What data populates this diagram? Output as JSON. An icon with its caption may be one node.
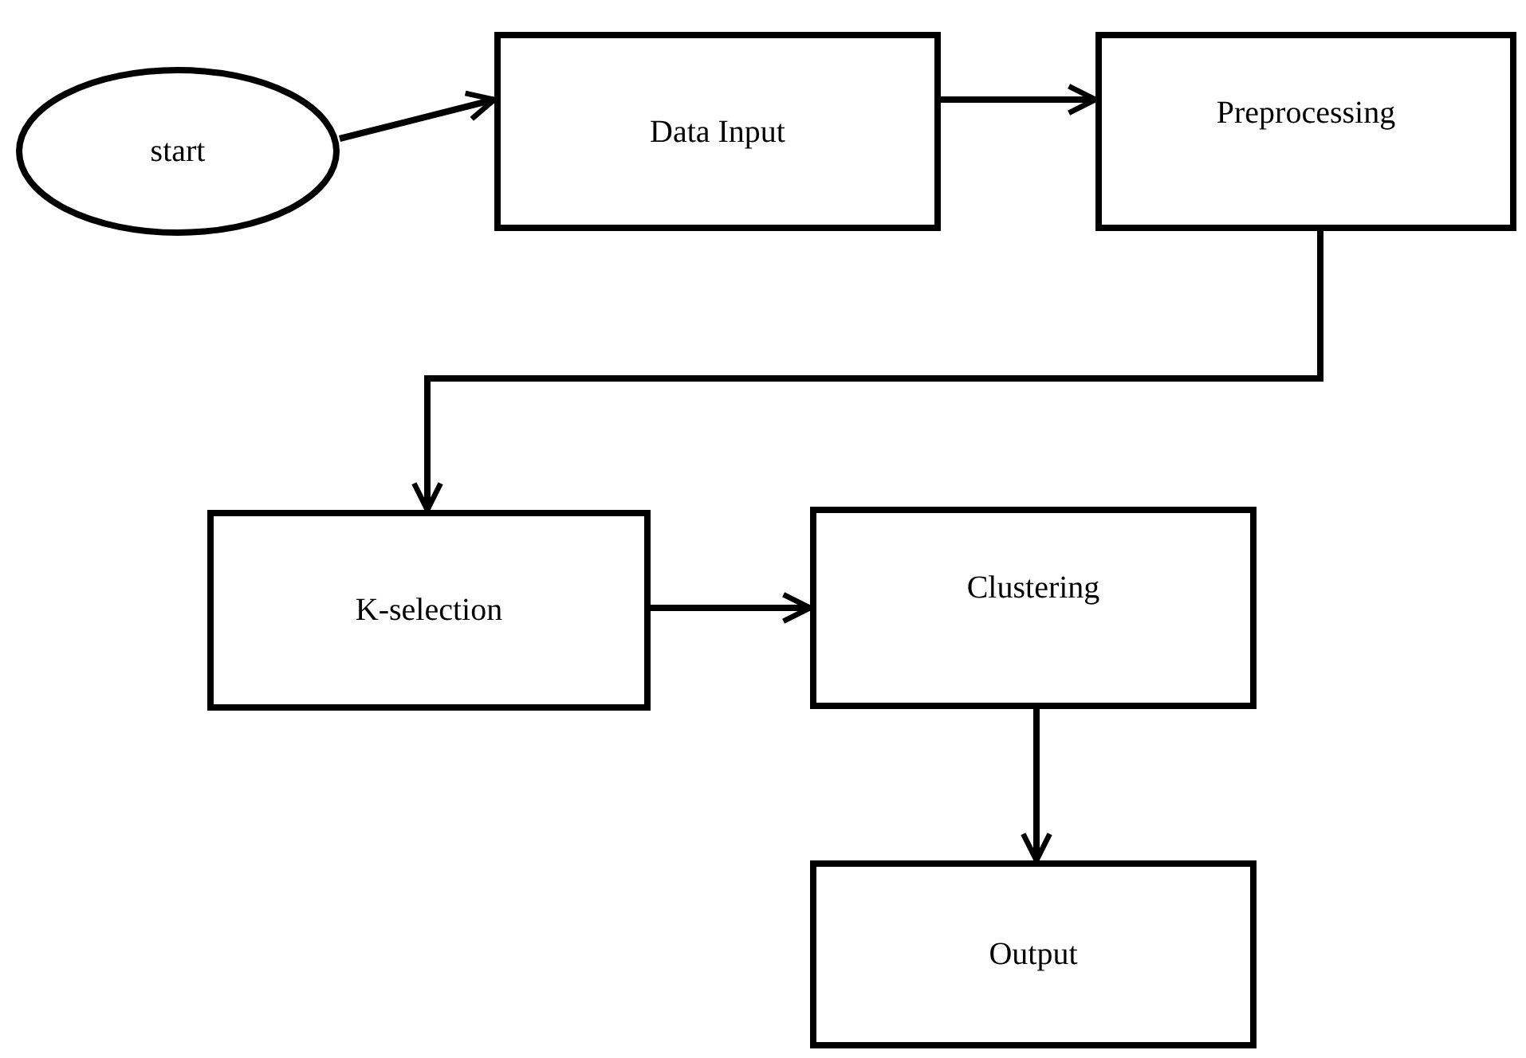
{
  "diagram": {
    "nodes": [
      {
        "text": [
          "start"
        ]
      },
      {
        "text": [
          "Data Input"
        ]
      },
      {
        "text": [
          "Preprocessing"
        ]
      },
      {
        "text": [
          "K-selection"
        ]
      },
      {
        "text": [
          "Clustering"
        ]
      },
      {
        "text": [
          "Output"
        ]
      }
    ],
    "edges": [
      {
        "from": 0,
        "to": 1,
        "arrow": "to"
      },
      {
        "from": 1,
        "to": 2,
        "arrow": "to"
      },
      {
        "from": 2,
        "to": 3,
        "arrow": "to"
      },
      {
        "from": 3,
        "to": 4,
        "arrow": "to"
      },
      {
        "from": 4,
        "to": 5,
        "arrow": "to"
      }
    ]
  }
}
